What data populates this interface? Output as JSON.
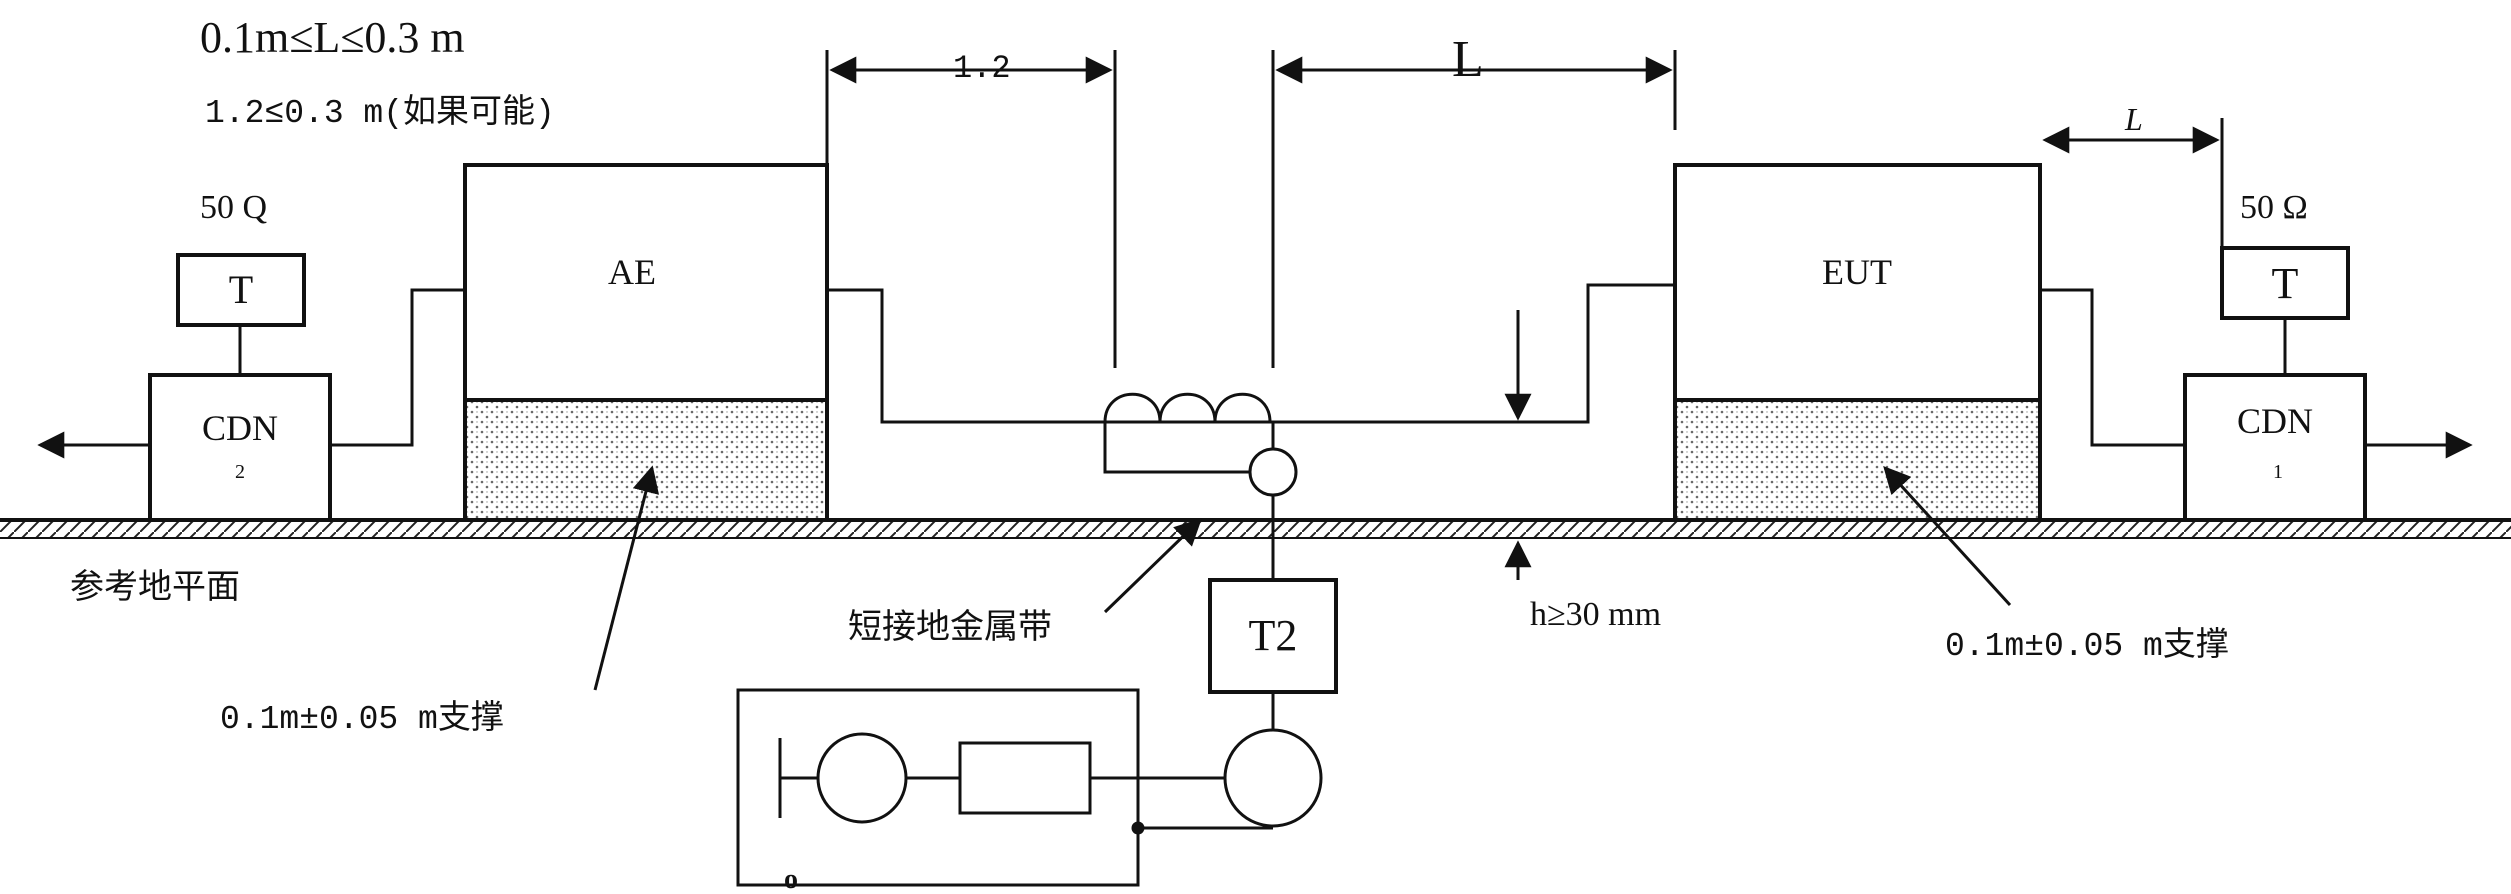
{
  "labels": {
    "formula_main": "0.1m≤L≤0.3 m",
    "formula_sub": "1.2≤0.3 m(如果可能)",
    "dim_top_left": "1.2",
    "dim_top_mid": "L",
    "dim_right": "L",
    "term_left": "50  Q",
    "term_right": "50  Ω",
    "t_left": "T",
    "t_right": "T",
    "cdn_left": "CDN",
    "cdn_left_num": "2",
    "cdn_right": "CDN",
    "cdn_right_num": "1",
    "ae": "AE",
    "eut": "EUT",
    "t2": "T2",
    "ground_plane": "参考地平面",
    "support_left": "0.1m±0.05  m支撑",
    "support_right": "0.1m±0.05  m支撑",
    "short_strap": "短接地金属带",
    "height": "h≥30  mm",
    "bottom_mark": "o"
  }
}
